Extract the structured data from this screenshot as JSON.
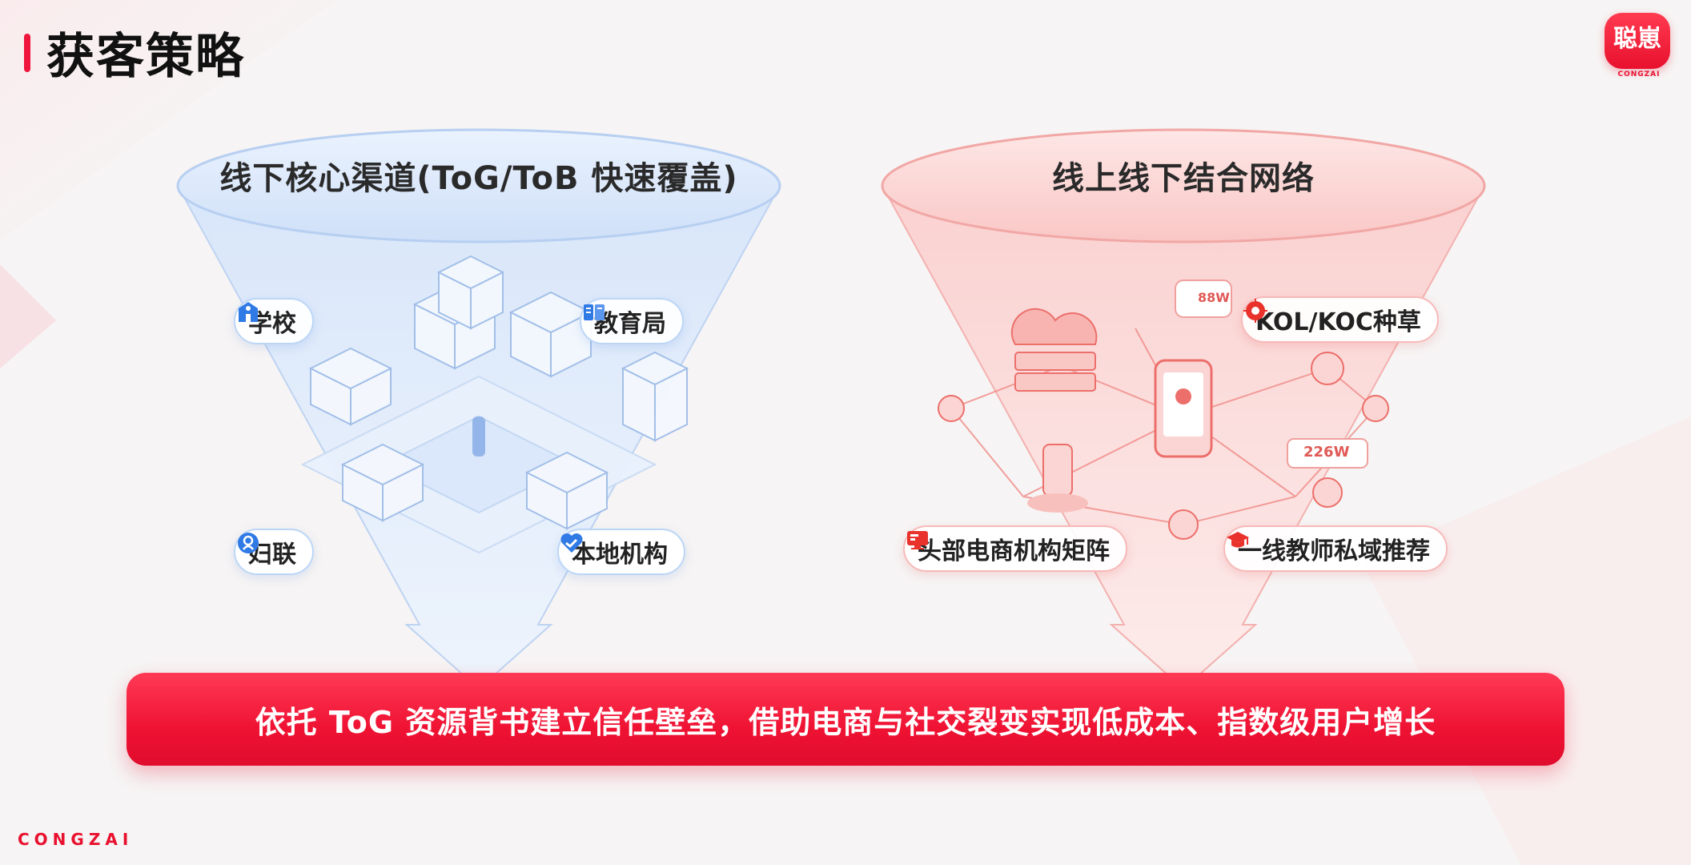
{
  "header": {
    "title": "获客策略"
  },
  "logo": {
    "mark": "聪崽",
    "sub": "CONGZAI"
  },
  "funnels": [
    {
      "title": "线下核心渠道(ToG/ToB 快速覆盖)",
      "theme": "#5b8fe0",
      "chips": [
        "学校",
        "教育局",
        "妇联",
        "本地机构"
      ]
    },
    {
      "title": "线上线下结合网络",
      "theme": "#ef4a4a",
      "chips": [
        "KOL/KOC种草",
        "头部电商机构矩阵",
        "一线教师私域推荐"
      ],
      "labels": [
        "226W",
        "88W"
      ]
    }
  ],
  "banner": {
    "text": "依托 ToG 资源背书建立信任壁垒，借助电商与社交裂变实现低成本、指数级用户增长"
  },
  "footer": {
    "brand": "CONGZAI"
  },
  "colors": {
    "accent": "#f0153c",
    "blue": "#bcd6f6",
    "red": "#f7b9b9"
  }
}
